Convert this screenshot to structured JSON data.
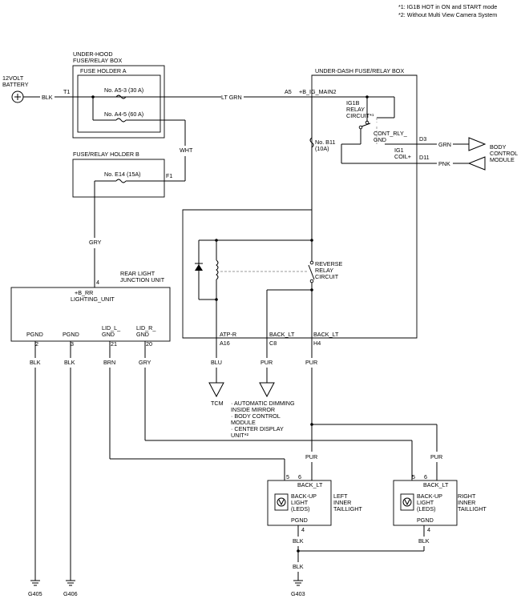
{
  "notes": {
    "note1": "*1:  IG1B HOT in ON and START mode",
    "note2": "*2:  Without Multi View Camera System"
  },
  "battery": {
    "line1": "12VOLT",
    "line2": "BATTERY",
    "wire": "BLK"
  },
  "underhood": {
    "title1": "UNDER-HOOD",
    "title2": "FUSE/RELAY BOX",
    "holder_a": "FUSE HOLDER A",
    "t1": "T1",
    "fuse_a53": "No. A5-3 (30 A)",
    "fuse_a45": "No. A4-5 (60 A)",
    "wire_wht": "WHT"
  },
  "holder_b": {
    "title": "FUSE/RELAY HOLDER B",
    "fuse_e14": "No. E14 (15A)",
    "f1": "F1",
    "wire_gry": "GRY"
  },
  "underdash": {
    "title": "UNDER-DASH FUSE/RELAY BOX",
    "wire_ltgrn": "LT GRN",
    "a5": "A5",
    "b_ig_main2": "+B_IG_MAIN2",
    "relay1": "IG1B",
    "relay2": "RELAY",
    "relay3": "CIRCUIT*¹",
    "cont_rly": "CONT_RLY_",
    "gnd": "GND",
    "ig1": "IG1",
    "coil": "COIL+",
    "fuse_no": "No. B11",
    "fuse_amp": "(10A)",
    "d3": "D3",
    "d11": "D11",
    "wire_grn": "GRN",
    "wire_pnk": "PNK",
    "rev1": "REVERSE",
    "rev2": "RELAY",
    "rev3": "CIRCUIT",
    "atp_r": "ATP-R",
    "back_lt1": "BACK_LT",
    "back_lt2": "BACK_LT",
    "a16": "A16",
    "c8": "C8",
    "h4": "H4"
  },
  "bcm": {
    "line1": "BODY",
    "line2": "CONTROL",
    "line3": "MODULE"
  },
  "rljb": {
    "title1": "REAR LIGHT",
    "title2": "JUNCTION UNIT",
    "pin4": "4",
    "b_rr": "+B_RR",
    "lighting_unit": "LIGHTING_UNIT",
    "pgnd1": "PGND",
    "pgnd2": "PGND",
    "lid_l1": "LID_L_",
    "lid_l2": "GND",
    "lid_r1": "LID_R_",
    "lid_r2": "GND",
    "pin2": "2",
    "pin3": "3",
    "pin21": "21",
    "pin20": "20"
  },
  "wires": {
    "blk1": "BLK",
    "blk2": "BLK",
    "brn": "BRN",
    "gry2": "GRY",
    "blu": "BLU",
    "pur1": "PUR",
    "pur2": "PUR",
    "pur3": "PUR",
    "pur4": "PUR",
    "blk3": "BLK",
    "blk4": "BLK",
    "blk5": "BLK"
  },
  "tcm": "TCM",
  "pur_dest": {
    "l1": "· AUTOMATIC DIMMING",
    "l2": "  INSIDE MIRROR",
    "l3": "· BODY CONTROL",
    "l4": "  MODULE",
    "l5": "· CENTER DISPLAY",
    "l6": "  UNIT*²"
  },
  "left_tail": {
    "pin5": "5",
    "pin6": "6",
    "back_lt": "BACK_LT",
    "l1": "BACK-UP",
    "l2": "LIGHT",
    "l3": "(LEDS)",
    "pgnd": "PGND",
    "pin4": "4",
    "n1": "LEFT",
    "n2": "INNER",
    "n3": "TAILLIGHT"
  },
  "right_tail": {
    "pin5": "5",
    "pin6": "6",
    "back_lt": "BACK_LT",
    "l1": "BACK-UP",
    "l2": "LIGHT",
    "l3": "(LEDS)",
    "pgnd": "PGND",
    "pin4": "4",
    "n1": "RIGHT",
    "n2": "INNER",
    "n3": "TAILLIGHT"
  },
  "grounds": {
    "g405": "G405",
    "g406": "G406",
    "g403": "G403"
  }
}
